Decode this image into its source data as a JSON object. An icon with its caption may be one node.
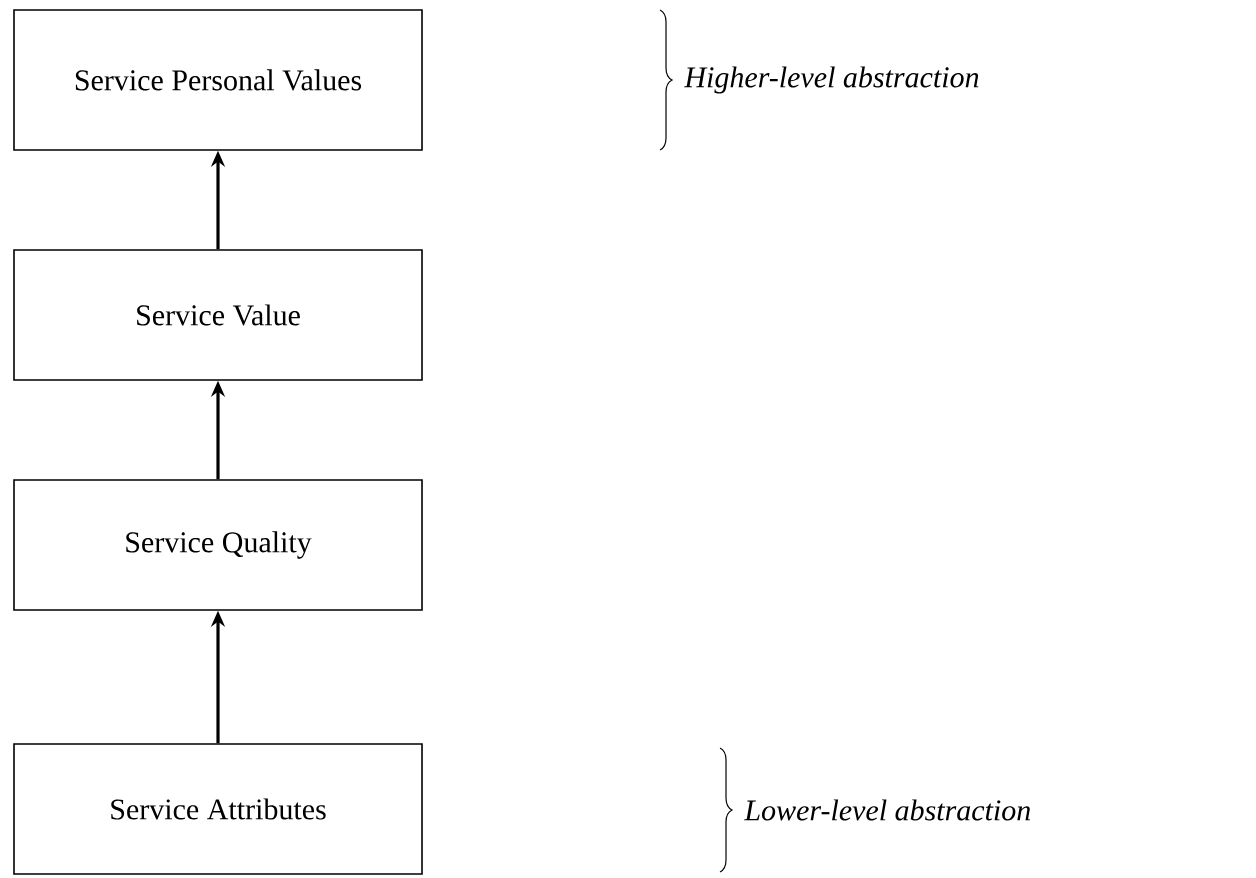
{
  "diagram": {
    "nodes": [
      {
        "text": [
          "Service Personal Values"
        ]
      },
      {
        "text": [
          "Service Value"
        ]
      },
      {
        "text": [
          "Service Quality"
        ]
      },
      {
        "text": [
          "Service Attributes"
        ]
      }
    ],
    "edges": [
      {
        "from": 1,
        "to": 0,
        "arrow": "to"
      },
      {
        "from": 2,
        "to": 1,
        "arrow": "to"
      },
      {
        "from": 3,
        "to": 2,
        "arrow": "to"
      }
    ],
    "labels": [
      "Higher-level abstraction",
      "Lower-level abstraction"
    ]
  }
}
